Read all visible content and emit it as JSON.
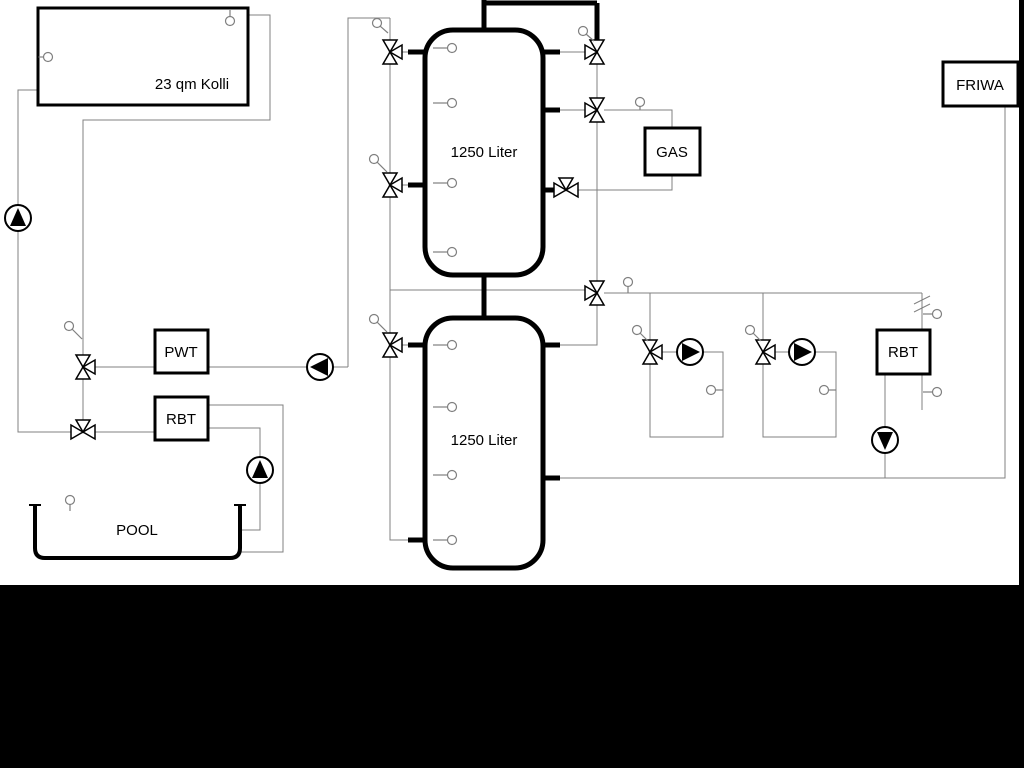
{
  "labels": {
    "collector": "23 qm Kolli",
    "tank_top": "1250 Liter",
    "tank_bottom": "1250 Liter",
    "gas": "GAS",
    "friwa": "FRIWA",
    "pwt": "PWT",
    "rbt_left": "RBT",
    "rbt_right": "RBT",
    "pool": "POOL"
  },
  "colors": {
    "pipe": "#808080",
    "component": "#000000",
    "background": "#ffffff",
    "mask": "#000000"
  }
}
